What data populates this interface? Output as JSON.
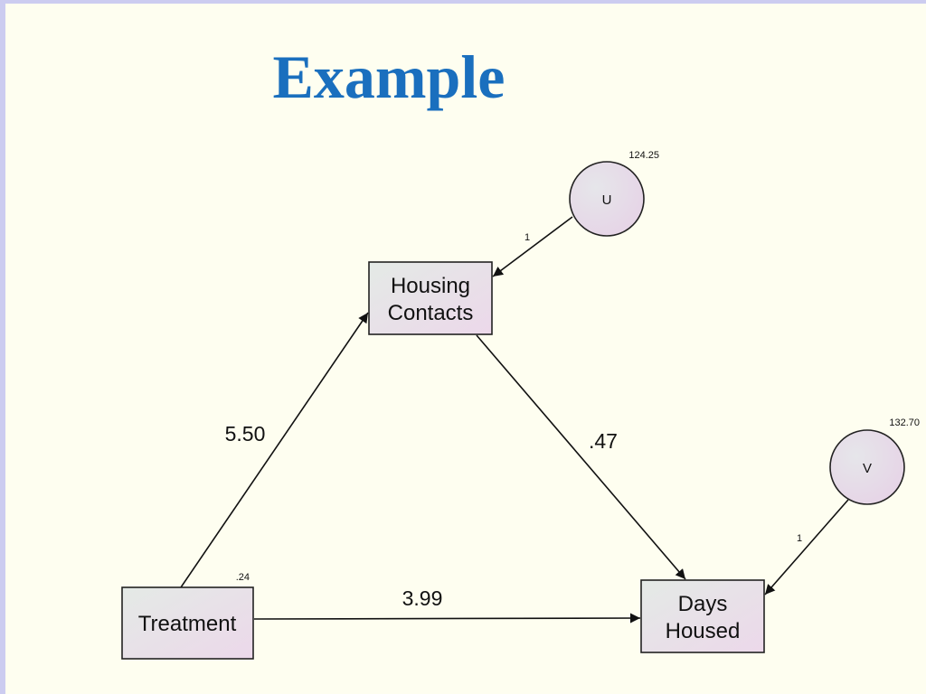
{
  "title": "Example",
  "nodes": {
    "housing_contacts": {
      "line1": "Housing",
      "line2": "Contacts"
    },
    "days_housed": {
      "line1": "Days",
      "line2": "Housed"
    },
    "treatment": {
      "label": "Treatment",
      "variance": ".24"
    },
    "error_u": {
      "label": "U",
      "variance": "124.25"
    },
    "error_v": {
      "label": "V",
      "variance": "132.70"
    }
  },
  "paths": {
    "treatment_to_housing": "5.50",
    "housing_to_days": ".47",
    "treatment_to_days": "3.99",
    "u_to_housing": "1",
    "v_to_days": "1"
  }
}
